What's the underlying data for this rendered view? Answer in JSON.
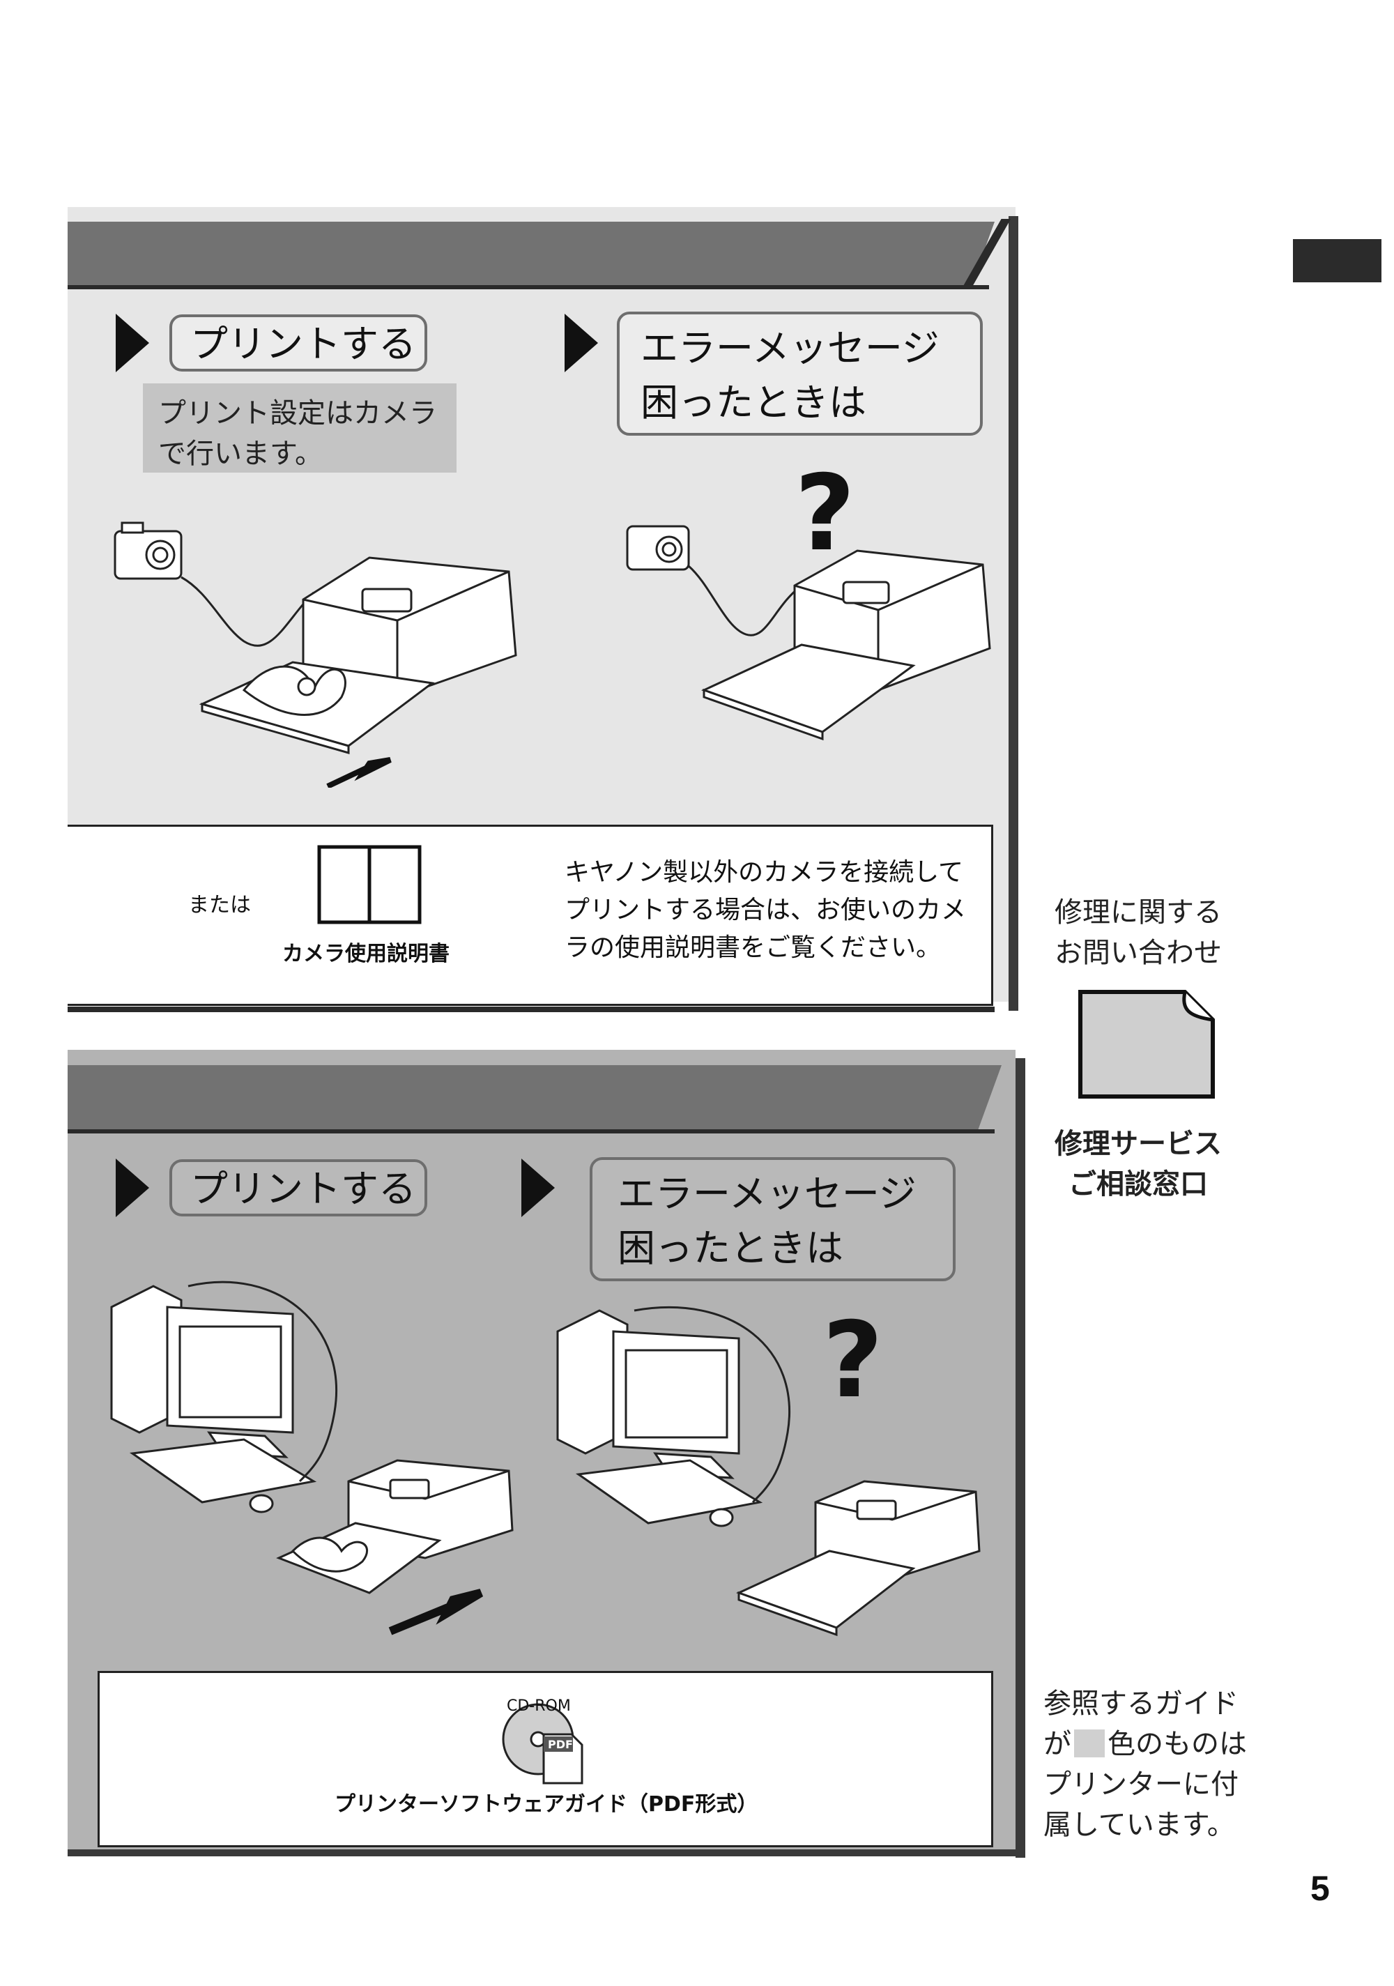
{
  "page_number": "5",
  "panel_camera": {
    "print_label": "プリントする",
    "print_note": [
      "プリント設定はカメラ",
      "で行います。"
    ],
    "error_label": [
      "エラーメッセージ",
      "困ったときは"
    ],
    "question_mark": "?",
    "info": {
      "or_label": "または",
      "manual_label": "カメラ使用説明書",
      "manual_icon": "book-icon",
      "description": [
        "キヤノン製以外のカメラを接続して",
        "プリントする場合は、お使いのカメ",
        "ラの使用説明書をご覧ください。"
      ]
    }
  },
  "panel_computer": {
    "print_label": "プリントする",
    "error_label": [
      "エラーメッセージ",
      "困ったときは"
    ],
    "question_mark": "?",
    "info": {
      "cd_label": "CD-ROM",
      "pdf_label": "PDF",
      "guide_label": "プリンターソフトウェアガイド（PDF形式）"
    }
  },
  "sidebar": {
    "repair_inquiry": [
      "修理に関する",
      "お問い合わせ"
    ],
    "repair_service": [
      "修理サービス",
      "ご相談窓口"
    ],
    "guide_note": [
      "参照するガイド",
      "が",
      "色のものは",
      "プリンターに付",
      "属しています。"
    ]
  },
  "colors": {
    "panel1_bg": "#e6e6e6",
    "panel2_bg": "#b3b3b3",
    "header_bar": "#727272",
    "note_bg": "#c4c4c4",
    "swatch": "#d0d0d0"
  }
}
